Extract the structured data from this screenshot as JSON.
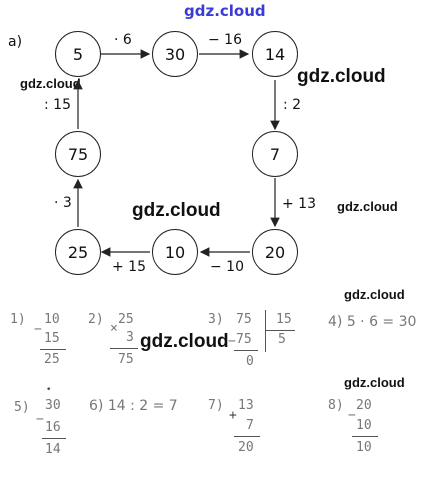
{
  "watermarks": [
    "gdz.cloud",
    "gdz.cloud",
    "gdz.cloud",
    "gdz.cloud",
    "gdz.cloud",
    "gdz.cloud",
    "gdz.cloud",
    "gdz.cloud"
  ],
  "part_a": {
    "label": "a)",
    "nodes": [
      "5",
      "30",
      "14",
      "7",
      "20",
      "10",
      "25",
      "75"
    ],
    "edges": [
      "· 6",
      "− 16",
      ": 2",
      "+ 13",
      "− 10",
      "+ 15",
      "· 3",
      ": 15"
    ]
  },
  "calcs": {
    "c1": {
      "num": "1)",
      "sign": "−",
      "a": "10",
      "b": "15",
      "r": "25"
    },
    "c2": {
      "num": "2)",
      "sign": "×",
      "a": "25",
      "b": "3",
      "r": "75"
    },
    "c3": {
      "num": "3)",
      "a": "75",
      "d": "15",
      "s": "75",
      "q": "5",
      "rem": "0"
    },
    "c4": "4) 5 · 6 = 30",
    "c5": {
      "num": "5)",
      "dot": "•",
      "sign": "−",
      "a": "30",
      "b": "16",
      "r": "14"
    },
    "c6": "6) 14 : 2 = 7",
    "c7": {
      "num": "7)",
      "sign": "+",
      "a": "13",
      "b": "7",
      "r": "20"
    },
    "c8": {
      "num": "8)",
      "sign": "−",
      "a": "20",
      "b": "10",
      "r": "10"
    }
  }
}
